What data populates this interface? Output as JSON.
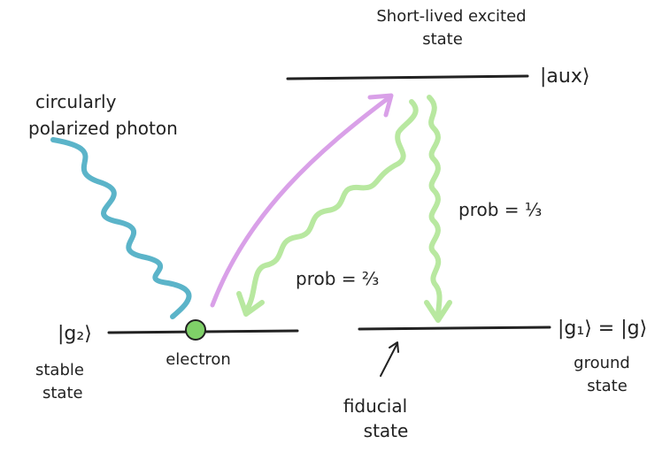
{
  "labels": {
    "excited_state_line1": "Short-lived excited",
    "excited_state_line2": "state",
    "aux_ket": "|aux⟩",
    "photon_line1": "circularly",
    "photon_line2": "polarized photon",
    "g2_ket": "|g₂⟩",
    "stable_line1": "stable",
    "stable_line2": "state",
    "electron": "electron",
    "prob_two_thirds": "prob = ²⁄₃",
    "prob_one_third": "prob = ¹⁄₃",
    "g1_ket": "|g₁⟩ = |g⟩",
    "ground_line1": "ground",
    "ground_line2": "state",
    "fiducial_line1": "fiducial",
    "fiducial_line2": "state"
  },
  "colors": {
    "photon": "#5bb4c9",
    "excitation": "#d9a0e8",
    "decay": "#b8e8a0",
    "electron_fill": "#7fd068",
    "line": "#222222"
  }
}
